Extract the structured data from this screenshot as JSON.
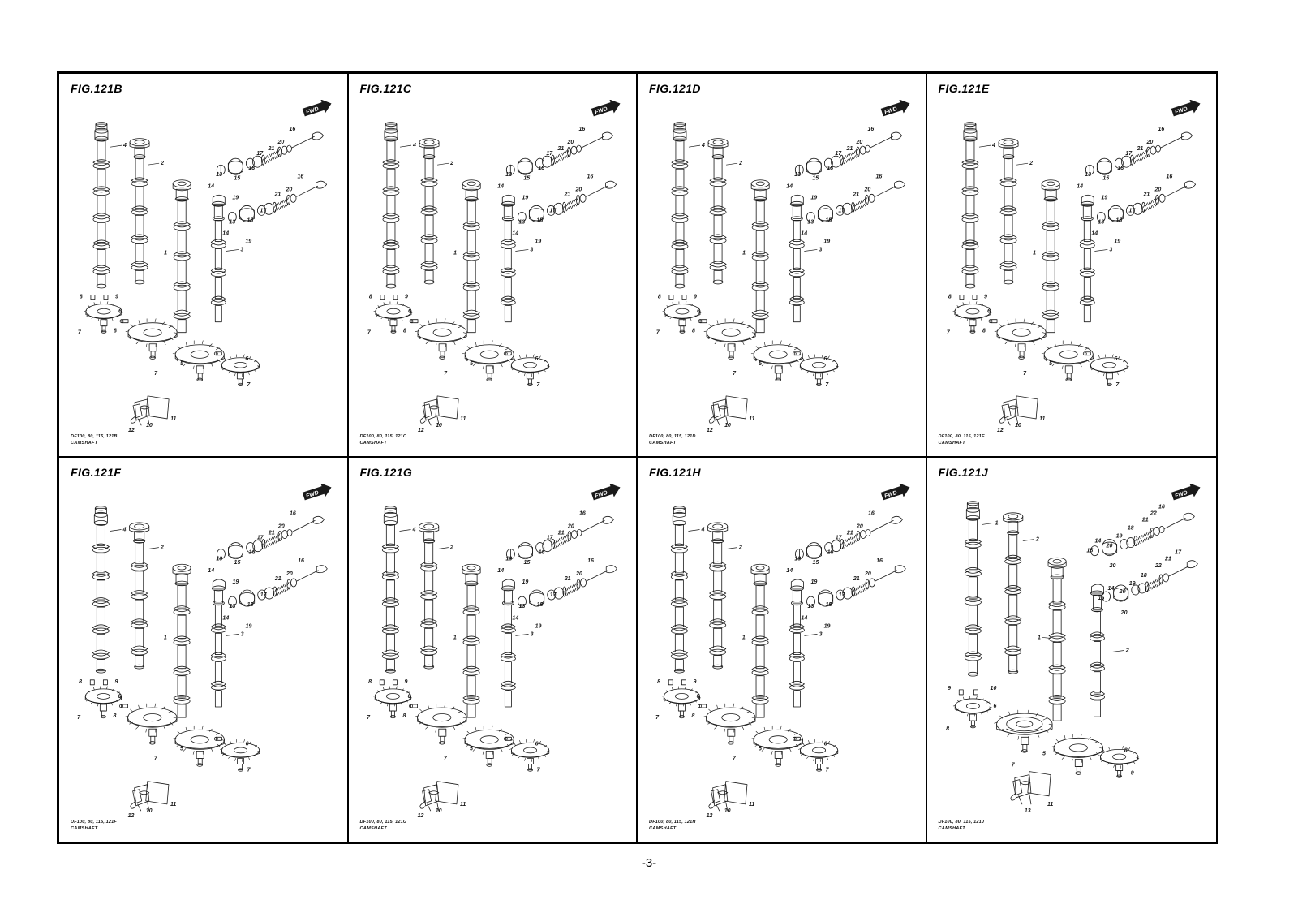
{
  "document": {
    "page_number": "-3-",
    "part_name": "CAMSHAFT"
  },
  "badge": {
    "label": "FWD",
    "name": "fwd-arrow-badge",
    "color": "#1a1a1a"
  },
  "panels": [
    {
      "id": "fig-121b",
      "title": "FIG.121B",
      "model_codes": "DF100, 80, 115, 121B",
      "part_name": "CAMSHAFT",
      "callouts": [
        "4",
        "2",
        "1",
        "3",
        "8",
        "9",
        "6",
        "5",
        "7",
        "10",
        "11",
        "12",
        "13",
        "14",
        "15",
        "16",
        "17",
        "18",
        "19",
        "20",
        "21"
      ],
      "badge_label": "FWD"
    },
    {
      "id": "fig-121c",
      "title": "FIG.121C",
      "model_codes": "DF100, 80, 115, 121C",
      "part_name": "CAMSHAFT",
      "callouts": [
        "4",
        "2",
        "1",
        "3",
        "8",
        "9",
        "6",
        "5",
        "7",
        "10",
        "11",
        "12",
        "13",
        "14",
        "15",
        "16",
        "17",
        "18",
        "19",
        "20",
        "21"
      ],
      "badge_label": "FWD"
    },
    {
      "id": "fig-121d",
      "title": "FIG.121D",
      "model_codes": "DF100, 80, 115, 121D",
      "part_name": "CAMSHAFT",
      "callouts": [
        "4",
        "2",
        "1",
        "3",
        "8",
        "9",
        "6",
        "5",
        "7",
        "10",
        "11",
        "12",
        "13",
        "14",
        "15",
        "16",
        "17",
        "18",
        "19",
        "20",
        "21"
      ],
      "badge_label": "FWD"
    },
    {
      "id": "fig-121e",
      "title": "FIG.121E",
      "model_codes": "DF100, 80, 115, 121E",
      "part_name": "CAMSHAFT",
      "callouts": [
        "4",
        "2",
        "1",
        "3",
        "8",
        "9",
        "6",
        "5",
        "7",
        "10",
        "11",
        "12",
        "13",
        "14",
        "15",
        "16",
        "17",
        "18",
        "19",
        "20",
        "21"
      ],
      "badge_label": "FWD"
    },
    {
      "id": "fig-121f",
      "title": "FIG.121F",
      "model_codes": "DF100, 80, 115, 121F",
      "part_name": "CAMSHAFT",
      "callouts": [
        "4",
        "2",
        "1",
        "3",
        "8",
        "9",
        "6",
        "5",
        "7",
        "10",
        "11",
        "12",
        "13",
        "14",
        "15",
        "16",
        "17",
        "18",
        "19",
        "20",
        "21"
      ],
      "badge_label": "FWD"
    },
    {
      "id": "fig-121g",
      "title": "FIG.121G",
      "model_codes": "DF100, 80, 115, 121G",
      "part_name": "CAMSHAFT",
      "callouts": [
        "4",
        "2",
        "1",
        "3",
        "8",
        "9",
        "6",
        "5",
        "7",
        "10",
        "11",
        "12",
        "13",
        "14",
        "15",
        "16",
        "17",
        "18",
        "19",
        "20",
        "21"
      ],
      "badge_label": "FWD"
    },
    {
      "id": "fig-121h",
      "title": "FIG.121H",
      "model_codes": "DF100, 80, 115, 121H",
      "part_name": "CAMSHAFT",
      "callouts": [
        "4",
        "2",
        "1",
        "3",
        "8",
        "9",
        "6",
        "5",
        "7",
        "10",
        "11",
        "12",
        "13",
        "14",
        "15",
        "16",
        "17",
        "18",
        "19",
        "20",
        "21"
      ],
      "badge_label": "FWD"
    },
    {
      "id": "fig-121j",
      "title": "FIG.121J",
      "model_codes": "DF100, 80, 115, 121J",
      "part_name": "CAMSHAFT",
      "callouts": [
        "1",
        "2",
        "5",
        "6",
        "7",
        "8",
        "9",
        "10",
        "11",
        "13",
        "14",
        "15",
        "16",
        "17",
        "18",
        "19",
        "20",
        "21",
        "22"
      ],
      "badge_label": "FWD"
    }
  ]
}
